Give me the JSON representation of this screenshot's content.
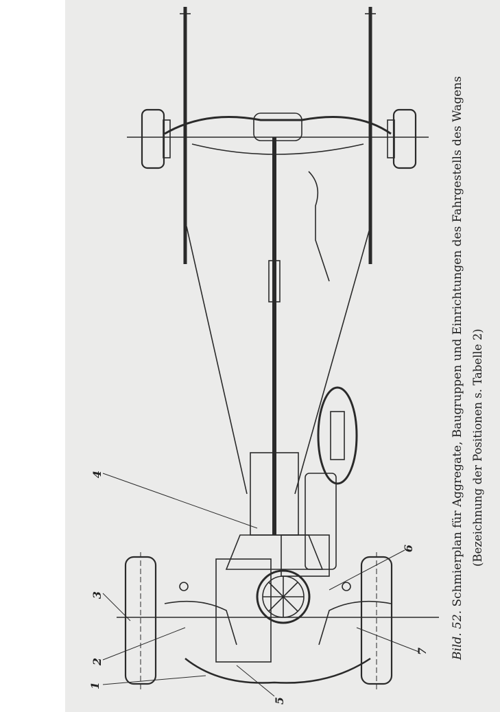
{
  "caption": {
    "figure_label": "Bild. 52.",
    "title": "Schmierplan für Aggregate, Baugruppen und Einrichtungen des Fahrgestells des Wagens",
    "subtitle": "(Bezeichnung der Positionen s. Tabelle 2)"
  },
  "position_labels": [
    "1",
    "2",
    "3",
    "4",
    "5",
    "6",
    "7"
  ]
}
